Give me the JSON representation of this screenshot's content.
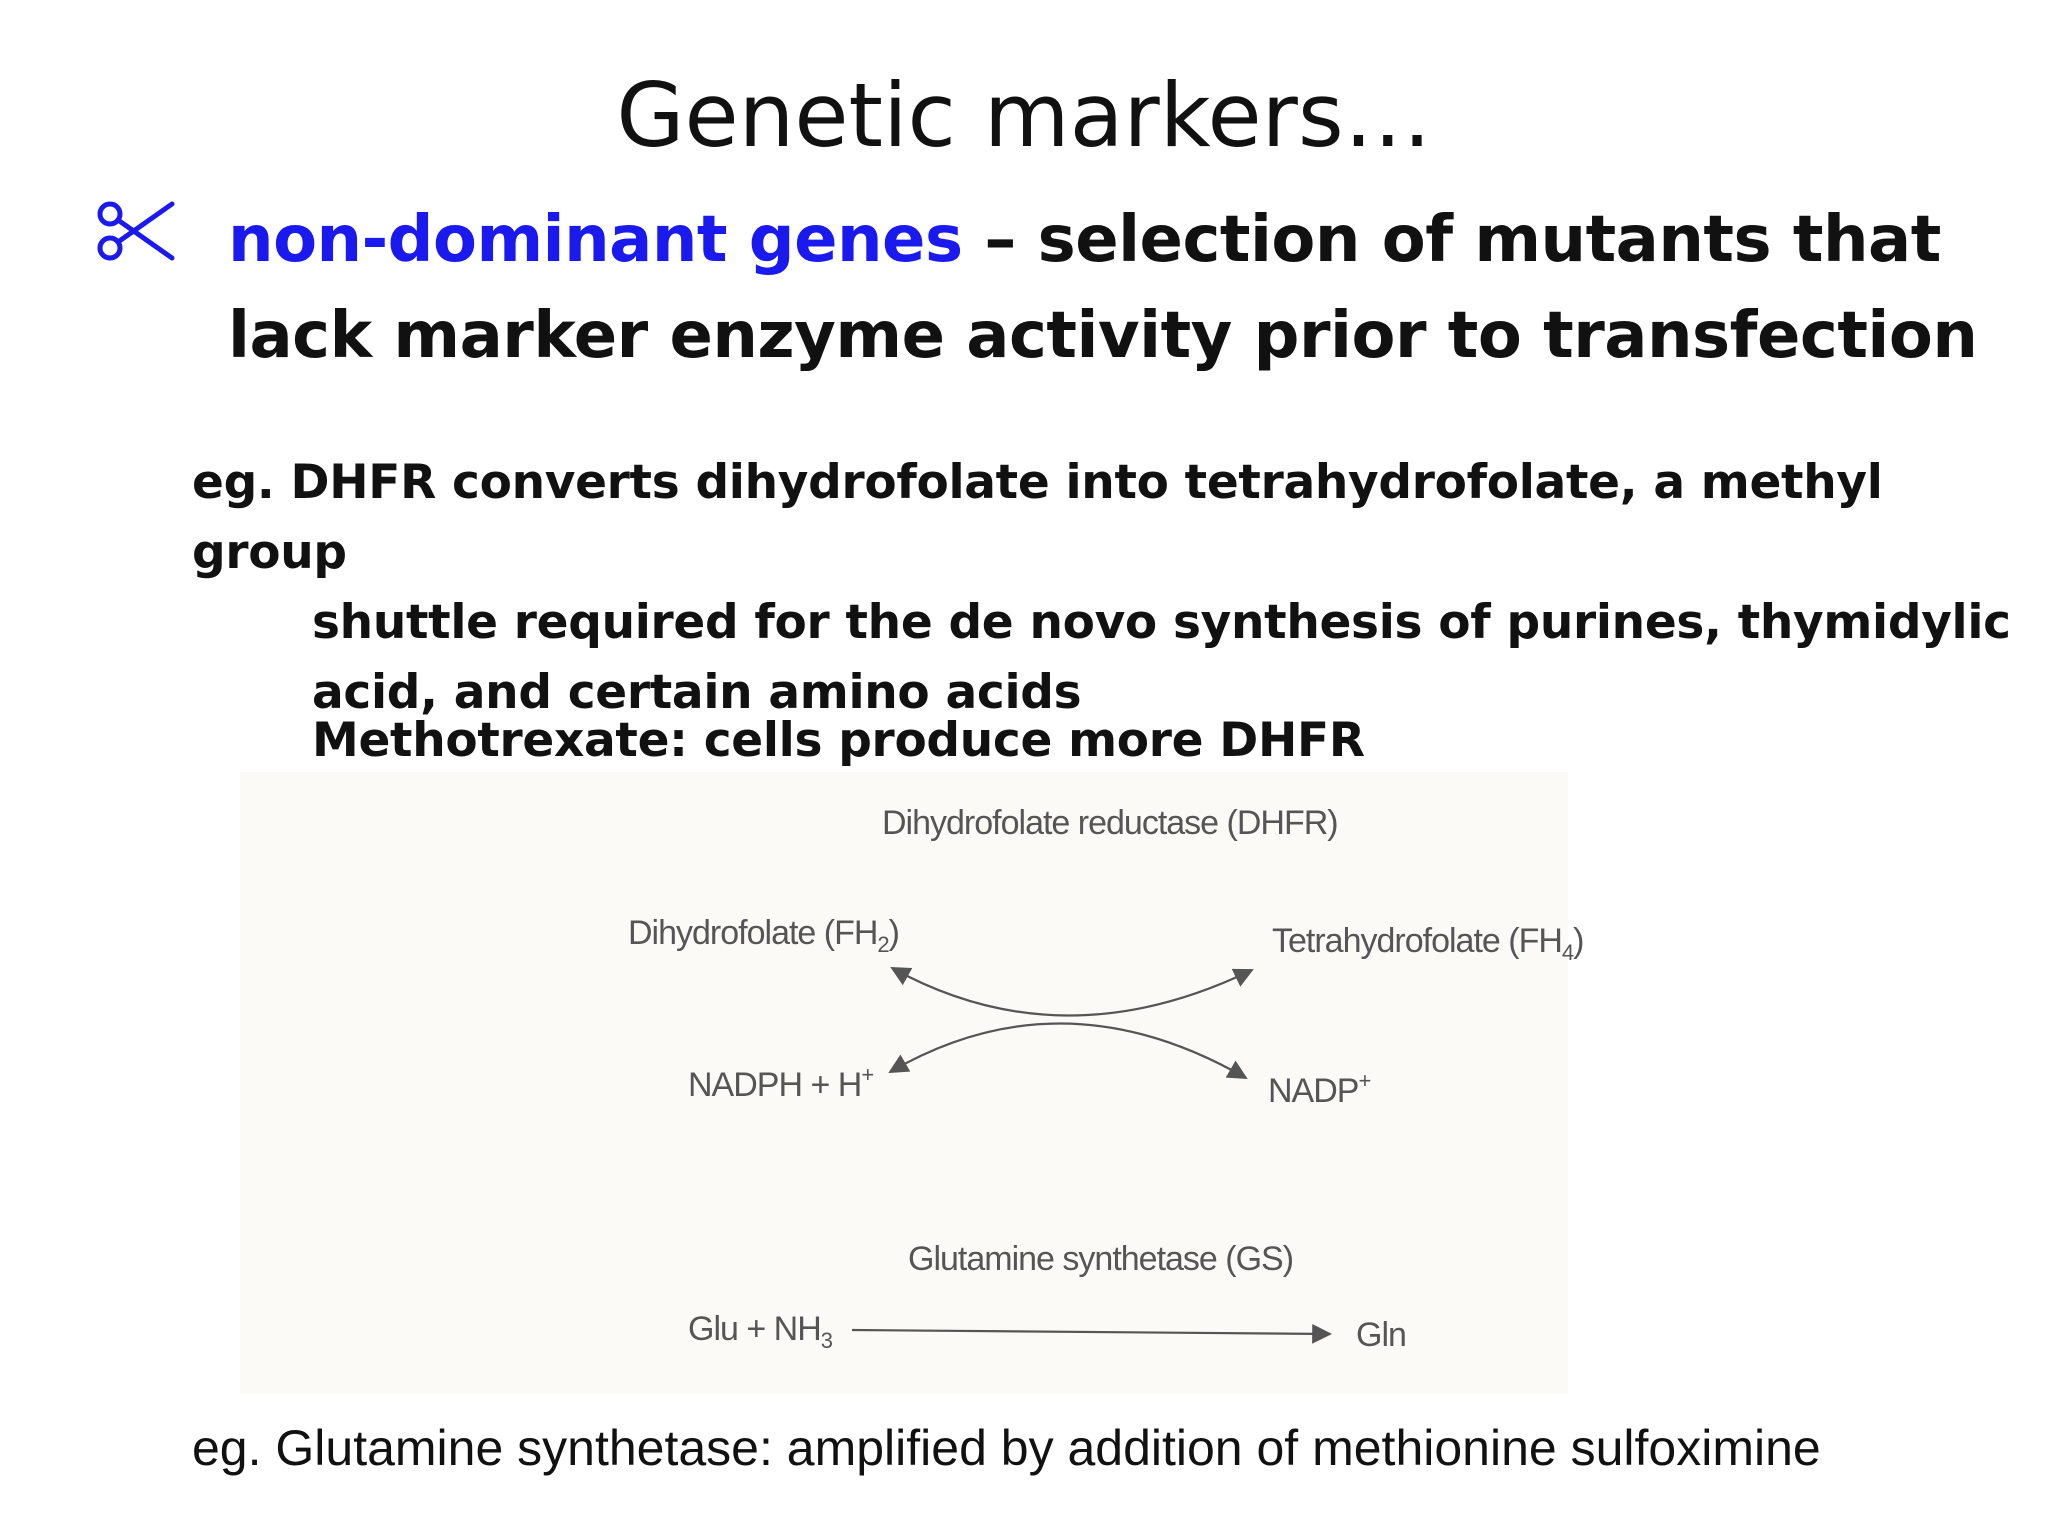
{
  "slide": {
    "title": "Genetic markers…",
    "bullet": {
      "icon": "scissors-icon",
      "highlight": "non-dominant genes",
      "rest": " – selection of mutants that lack marker enzyme activity prior to transfection"
    },
    "example": {
      "first_line": "eg. DHFR converts dihydrofolate into tetrahydrofolate, a methyl group",
      "continuation": "shuttle required for the de novo synthesis of purines, thymidylic acid, and certain amino acids"
    },
    "methotrexate": "Methotrexate: cells produce more DHFR",
    "footer": "eg. Glutamine synthetase: amplified by addition of methionine sulfoximine"
  },
  "figure": {
    "dhfr_label": "Dihydrofolate reductase (DHFR)",
    "dihydrofolate": "Dihydrofolate (FH",
    "dihydrofolate_sub": "2",
    "dihydrofolate_close": ")",
    "tetrahydrofolate": "Tetrahydrofolate (FH",
    "tetrahydrofolate_sub": "4",
    "tetrahydrofolate_close": ")",
    "nadph": "NADPH + H",
    "nadph_sup": "+",
    "nadp": "NADP",
    "nadp_sup": "+",
    "gs_label": "Glutamine synthetase (GS)",
    "glu": "Glu + NH",
    "glu_sub": "3",
    "gln": "Gln"
  },
  "colors": {
    "highlight": "#1a1aee",
    "text": "#111111",
    "figure_text": "#555555",
    "figure_bg": "#fbfaf7"
  }
}
